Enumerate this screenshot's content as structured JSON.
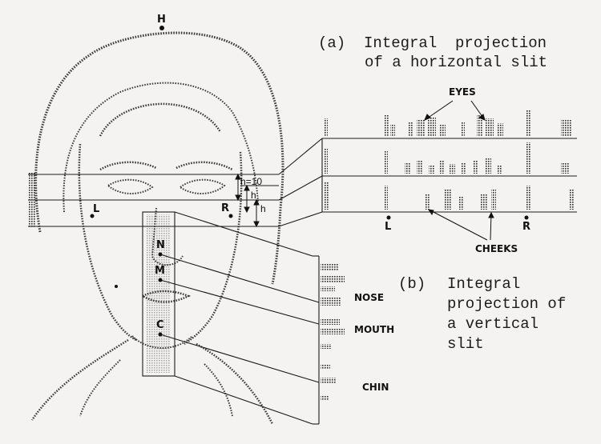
{
  "caption_a": {
    "line1": "(a)  Integral  projection",
    "line2": "of a horizontal slit"
  },
  "caption_b": {
    "label": "(b)",
    "line1": "Integral",
    "line2": "projection of",
    "line3": "a vertical",
    "line4": "slit"
  },
  "feature_labels": {
    "eyes": "EYES",
    "cheeks": "CHEEKS",
    "nose": "NOSE",
    "mouth": "MOUTH",
    "chin": "CHIN"
  },
  "face_points": {
    "head": "H",
    "left": "L",
    "right": "R",
    "nose": "N",
    "mouth": "M",
    "chin": "C"
  },
  "projection_points": {
    "left": "L",
    "right": "R"
  },
  "slit_dimensions": {
    "h10": "h=10",
    "h1": "h",
    "h2": "h"
  },
  "colors": {
    "ink": "#1b1b1b",
    "paper": "#f4f3f1"
  }
}
